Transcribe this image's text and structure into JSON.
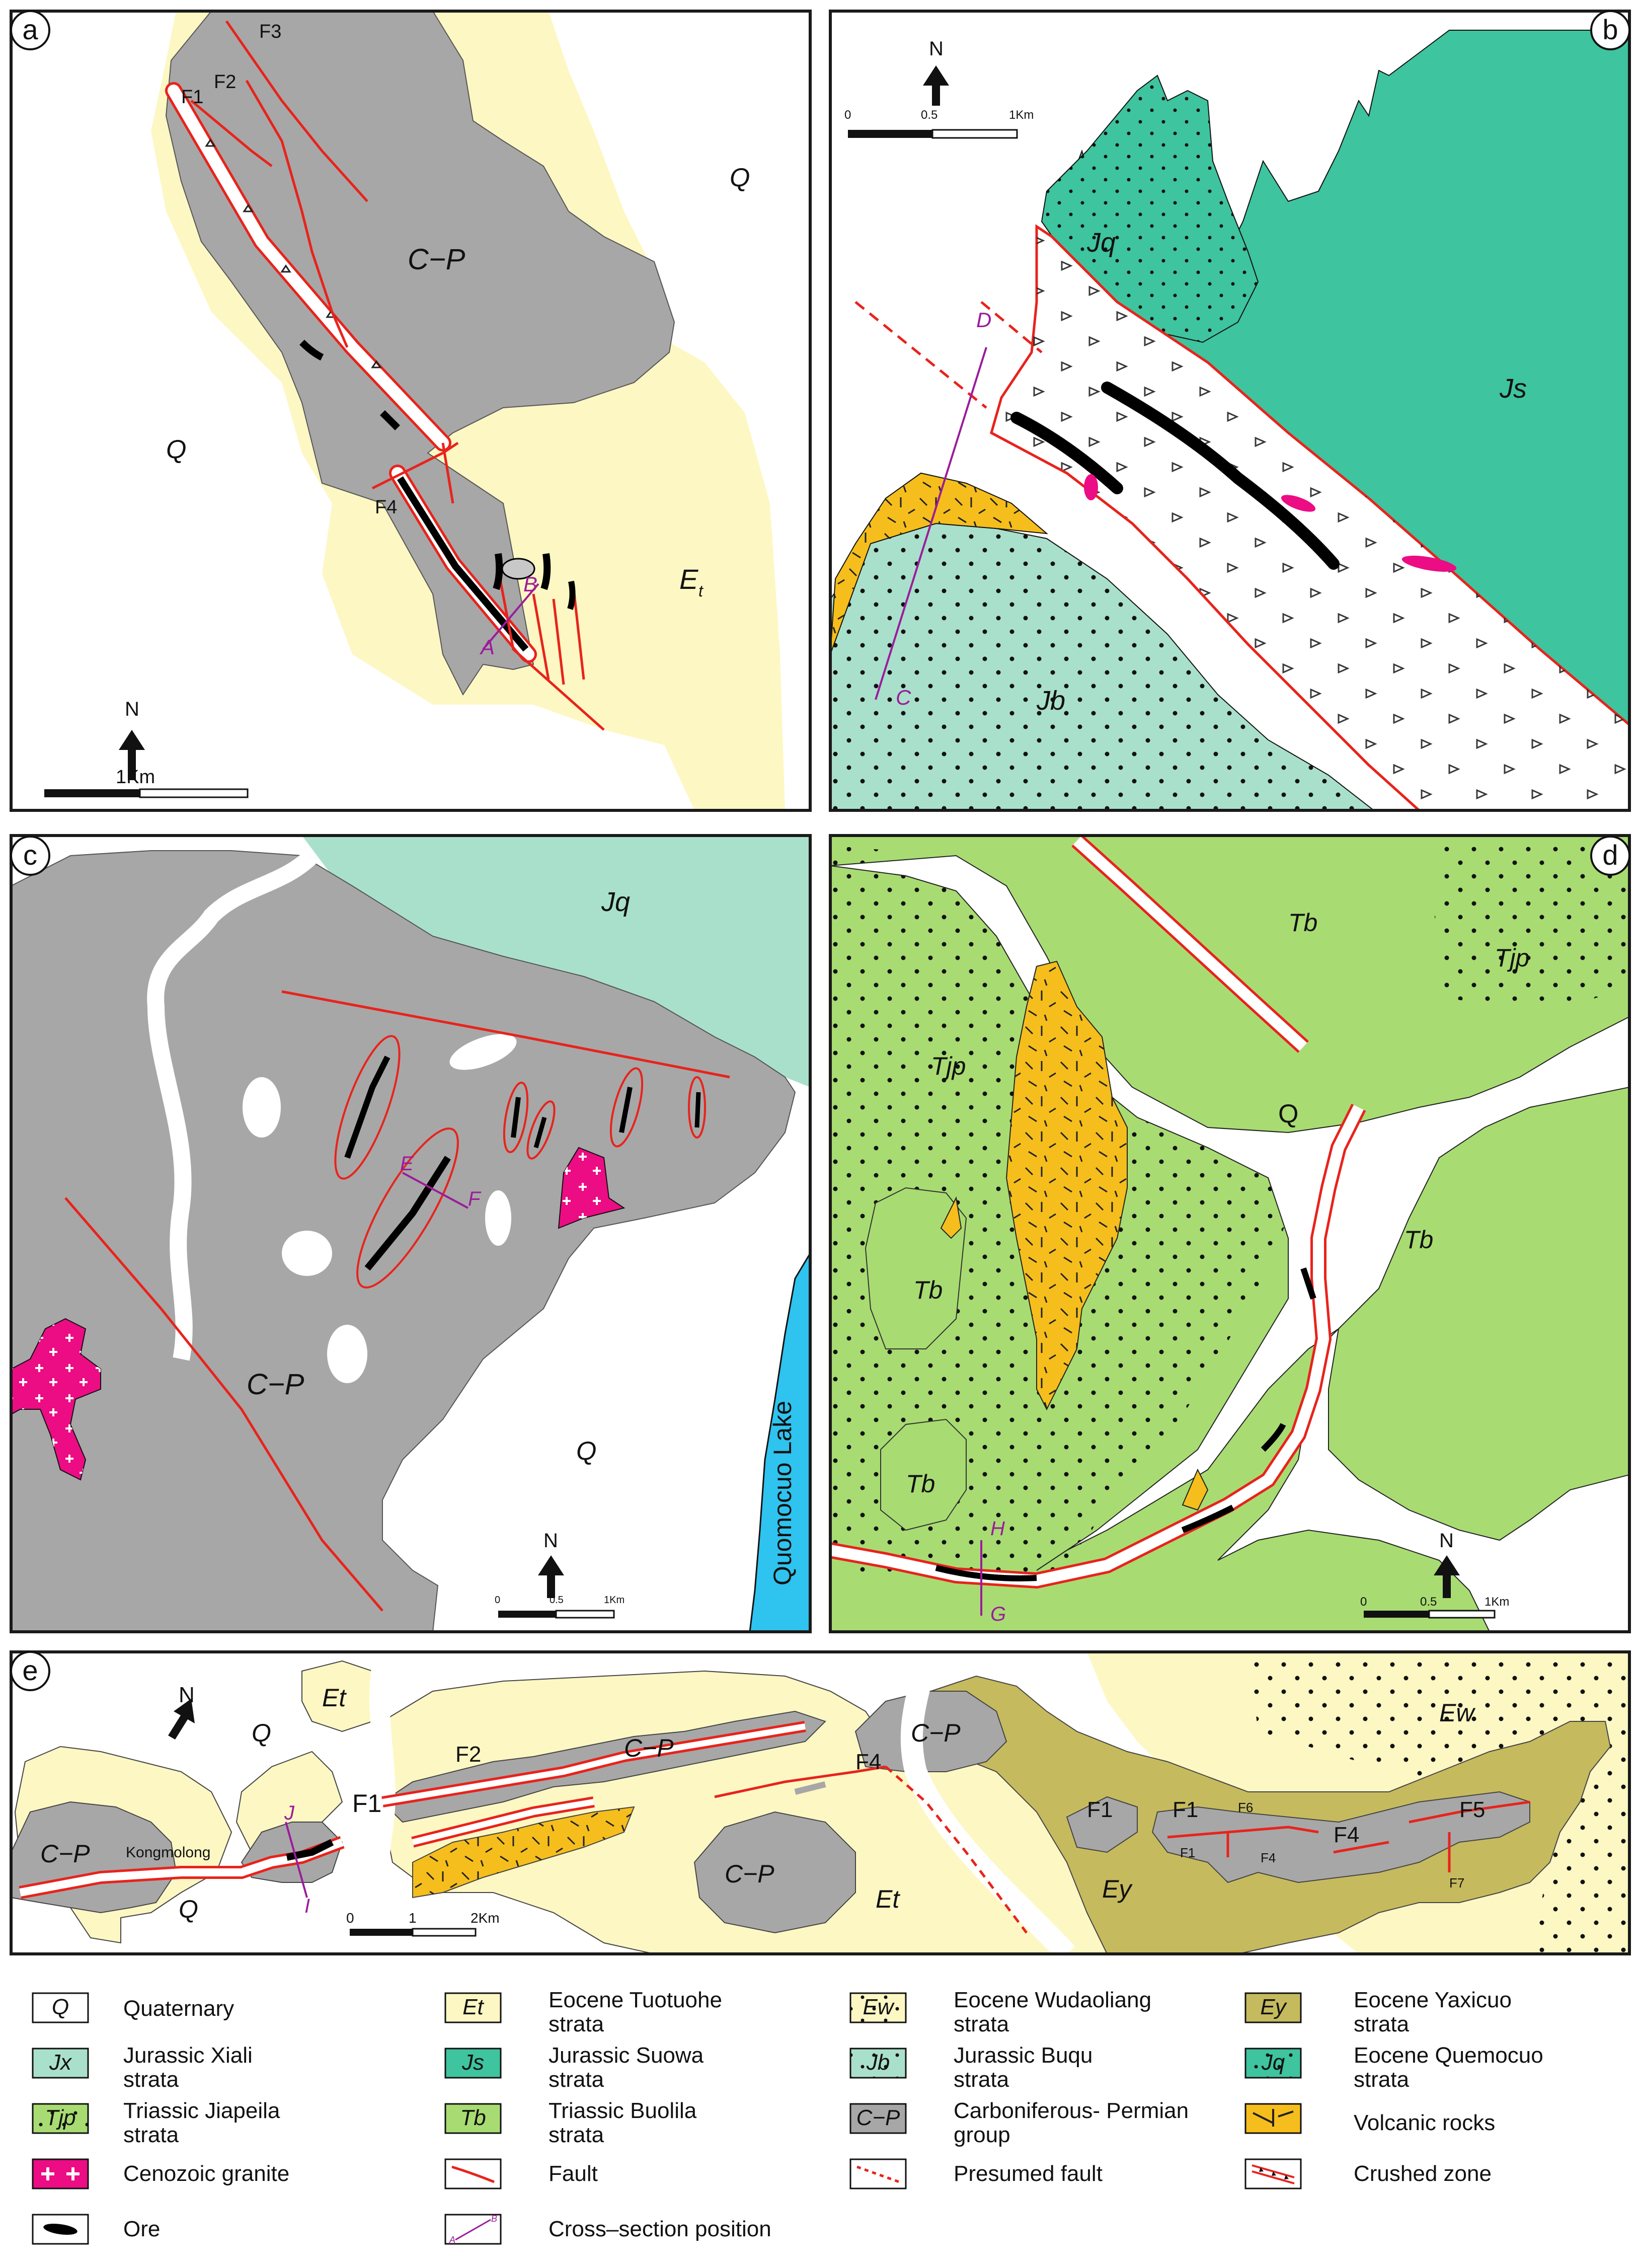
{
  "colors": {
    "quaternary": "#ffffff",
    "eocene_tuotuohe": "#fdf7c3",
    "carbon_permian": "#a7a7a7",
    "jurassic_suowa": "#3ec49e",
    "jurassic_quemocuo": "#3ec49e",
    "jurassic_buqu": "#a9e0cc",
    "jurassic_xiali": "#a9e0cc",
    "triassic": "#a8dc72",
    "eocene_yaxicuo": "#c6ba5e",
    "volcanic": "#f6be1c",
    "granite": "#ec0c84",
    "lake": "#2fc3ef",
    "fault": "#e8231c",
    "section": "#9b1c9b",
    "ore": "#000000"
  },
  "panels": {
    "a": {
      "letter": "a",
      "labels": {
        "f1": "F1",
        "f2": "F2",
        "f3": "F3",
        "f4": "F4",
        "cp": "C−P",
        "q1": "Q",
        "q2": "Q",
        "et": "E",
        "et_sub": "t",
        "sec_a": "A",
        "sec_b": "B"
      },
      "north": "N",
      "scale": "1Km"
    },
    "b": {
      "letter": "b",
      "labels": {
        "jq": "Jq",
        "js": "Js",
        "jb": "Jb",
        "sec_c": "C",
        "sec_d": "D"
      },
      "north": "N",
      "scale_ticks": [
        "0",
        "0.5",
        "1Km"
      ]
    },
    "c": {
      "letter": "c",
      "labels": {
        "jq": "Jq",
        "cp": "C−P",
        "q": "Q",
        "lake": "Quomocuo Lake",
        "sec_e": "E",
        "sec_f": "F"
      },
      "north": "N",
      "scale_ticks": [
        "0",
        "0.5",
        "1Km"
      ]
    },
    "d": {
      "letter": "d",
      "labels": {
        "tb1": "Tb",
        "tjp1": "Tjp",
        "tjp2": "Tjp",
        "q": "Q",
        "tb2": "Tb",
        "tb3": "Tb",
        "tb4": "Tb",
        "sec_h": "H",
        "sec_g": "G"
      },
      "north": "N",
      "scale_ticks": [
        "0",
        "0.5",
        "1Km"
      ]
    },
    "e": {
      "letter": "e",
      "labels": {
        "north": "N",
        "q1": "Q",
        "et1": "Et",
        "f2": "F2",
        "cp1": "C−P",
        "cp2": "C−P",
        "f1a": "F1",
        "kongmolong": "Kongmolong",
        "cp3": "C−P",
        "q2": "Q",
        "sec_j": "J",
        "sec_i": "I",
        "f4a": "F4",
        "cp4": "C−P",
        "et2": "Et",
        "f1b": "F1",
        "f1c": "F1",
        "f6": "F6",
        "f1d": "F1",
        "f4b": "F4",
        "f4c": "F4",
        "f7": "F7",
        "f5": "F5",
        "ew": "Ew",
        "ey": "Ey"
      },
      "scale_ticks": [
        "0",
        "1",
        "2Km"
      ]
    }
  },
  "legend": [
    {
      "sym": "Q",
      "text": [
        "Quaternary"
      ]
    },
    {
      "sym": "Et",
      "text": [
        "Eocene Tuotuohe",
        "strata"
      ]
    },
    {
      "sym": "Ew",
      "text": [
        "Eocene Wudaoliang",
        "strata"
      ]
    },
    {
      "sym": "Ey",
      "text": [
        "Eocene Yaxicuo",
        "strata"
      ]
    },
    {
      "sym": "Jx",
      "text": [
        "Jurassic Xiali",
        "strata"
      ]
    },
    {
      "sym": "Js",
      "text": [
        "Jurassic Suowa",
        "strata"
      ]
    },
    {
      "sym": "Jb",
      "text": [
        "Jurassic Buqu",
        "strata"
      ]
    },
    {
      "sym": "Jq",
      "text": [
        "Eocene Quemocuo",
        "strata"
      ]
    },
    {
      "sym": "Tjp",
      "text": [
        "Triassic Jiapeila",
        "strata"
      ]
    },
    {
      "sym": "Tb",
      "text": [
        "Triassic Buolila",
        "strata"
      ]
    },
    {
      "sym": "C−P",
      "text": [
        "Carboniferous- Permian",
        "group"
      ]
    },
    {
      "sym": "",
      "text": [
        "Volcanic rocks"
      ]
    },
    {
      "sym": "",
      "text": [
        "Cenozoic granite"
      ]
    },
    {
      "sym": "",
      "text": [
        "Fault"
      ]
    },
    {
      "sym": "",
      "text": [
        "Presumed fault"
      ]
    },
    {
      "sym": "",
      "text": [
        "Crushed zone"
      ]
    },
    {
      "sym": "",
      "text": [
        "Ore"
      ]
    },
    {
      "sym": "",
      "text": [
        "Cross–section position"
      ]
    }
  ],
  "legend_extra": {
    "sec_a": "A",
    "sec_b": "B"
  }
}
